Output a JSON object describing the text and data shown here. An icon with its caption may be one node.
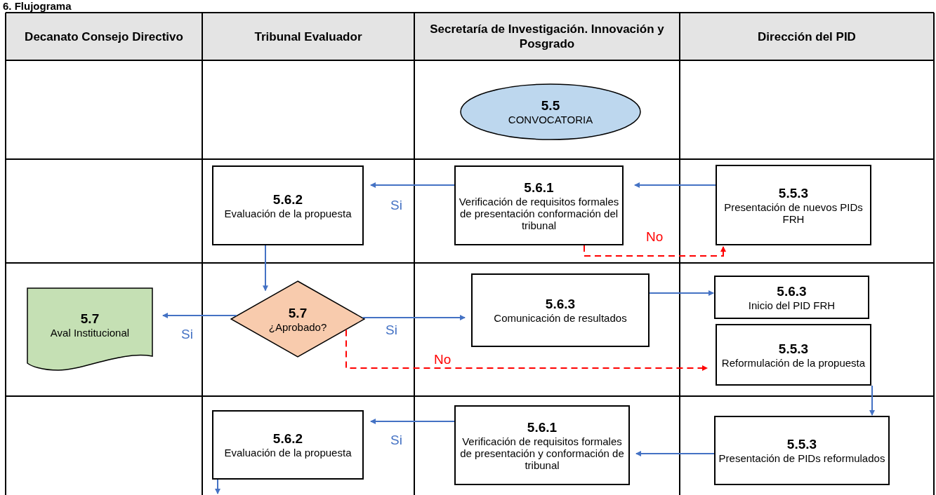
{
  "diagram": {
    "title": "6. Flujograma",
    "nodes": [
      {
        "text": [
          "5.5",
          "CONVOCATORIA"
        ]
      },
      {
        "text": [
          "5.6.2",
          "Evaluación de la propuesta"
        ]
      },
      {
        "text": [
          "5.6.1",
          "Verificación de requisitos formales de presentación conformación del tribunal"
        ]
      },
      {
        "text": [
          "5.5.3",
          "Presentación de nuevos PIDs FRH"
        ]
      },
      {
        "text": [
          "5.7",
          "Aval Institucional"
        ]
      },
      {
        "text": [
          "5.7",
          "¿Aprobado?"
        ]
      },
      {
        "text": [
          "5.6.3",
          "Comunicación de resultados"
        ]
      },
      {
        "text": [
          "5.6.3",
          "Inicio del PID FRH"
        ]
      },
      {
        "text": [
          "5.5.3",
          "Reformulación de la propuesta"
        ]
      },
      {
        "text": [
          "5.6.2",
          "Evaluación de la propuesta"
        ]
      },
      {
        "text": [
          "5.6.1",
          "Verificación de requisitos formales de presentación y conformación de tribunal"
        ]
      },
      {
        "text": [
          "5.5.3",
          "Presentación de PIDs reformulados"
        ]
      }
    ],
    "edges": [
      {
        "from": 3,
        "to": 2,
        "arrow": "to"
      },
      {
        "from": 2,
        "to": 1,
        "arrow": "to",
        "label": "Si"
      },
      {
        "from": 2,
        "to": 3,
        "arrow": "to",
        "label": "No",
        "style": "dashed",
        "color": "#ff0000"
      },
      {
        "from": 1,
        "to": 5,
        "arrow": "to"
      },
      {
        "from": 5,
        "to": 4,
        "arrow": "to",
        "label": "Si"
      },
      {
        "from": 5,
        "to": 6,
        "arrow": "to",
        "label": "Si"
      },
      {
        "from": 5,
        "to": 8,
        "arrow": "to",
        "label": "No",
        "style": "dashed",
        "color": "#ff0000"
      },
      {
        "from": 6,
        "to": 7,
        "arrow": "to"
      },
      {
        "from": 8,
        "to": 11,
        "arrow": "to"
      },
      {
        "from": 11,
        "to": 10,
        "arrow": "to"
      },
      {
        "from": 10,
        "to": 9,
        "arrow": "to",
        "label": "Si"
      },
      {
        "from": 9,
        "to": null,
        "arrow": "to"
      }
    ],
    "labels": [
      "Decanato Consejo Directivo",
      "Tribunal Evaluador",
      "Secretaría de Investigación. Innovación y Posgrado",
      "Dirección del PID"
    ]
  }
}
